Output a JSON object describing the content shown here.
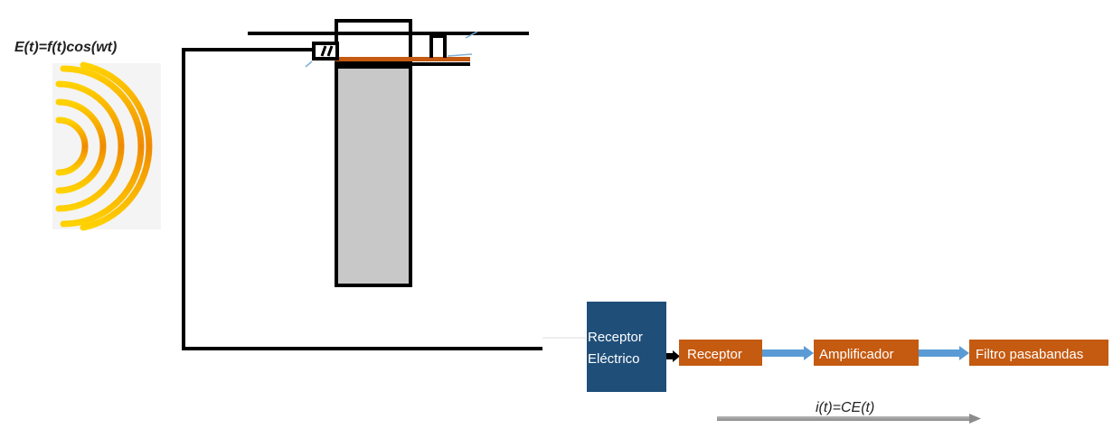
{
  "equations": {
    "input": "E(t)=f(t)cos(wt)",
    "output": "i(t)=CE(t)"
  },
  "blocks": {
    "electric_receiver": [
      "Receptor",
      "Eléctrico"
    ],
    "receiver": "Receptor",
    "amplifier": "Amplificador",
    "bandpass_filter": "Filtro pasabandas"
  },
  "colors": {
    "electric_receiver": "#1f4e79",
    "process_block": "#c55a11",
    "flow_arrow": "#5b9bd5",
    "wave": "#f39c12",
    "sensor_body": "#c8c8c8",
    "plate": "#c55a11"
  },
  "icons": {
    "source": "radio-waves-icon"
  }
}
